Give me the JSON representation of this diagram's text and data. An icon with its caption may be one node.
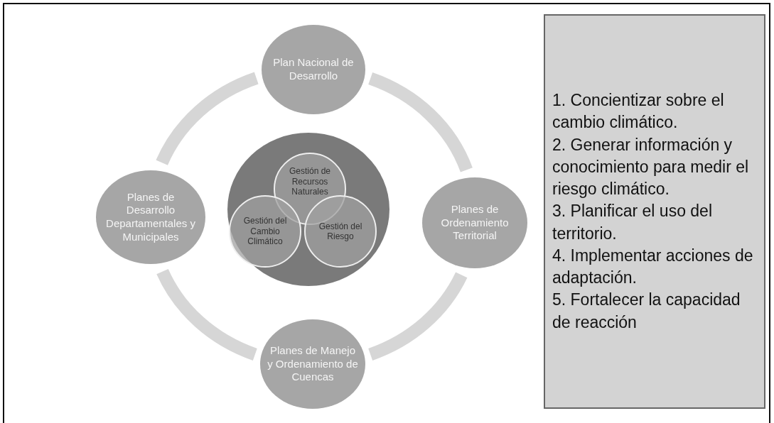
{
  "diagram": {
    "nodes": [
      {
        "text": [
          "Plan Nacional de Desarrollo"
        ]
      },
      {
        "text": [
          "Planes de Desarrollo Departamentales y Municipales"
        ]
      },
      {
        "text": [],
        "shape": "circle"
      },
      {
        "text": [
          "Gestión de Recursos Naturales"
        ],
        "in": 2
      },
      {
        "text": [
          "Gestión del Cambio Climático"
        ],
        "in": 2
      },
      {
        "text": [
          "Gestión del Riesgo"
        ],
        "in": 2
      },
      {
        "text": [
          "Planes de Ordenamiento Territorial"
        ]
      },
      {
        "text": [
          "Planes de Manejo y Ordenamiento de Cuencas"
        ]
      },
      {
        "text": [
          "1. Concientizar sobre el cambio climático.",
          "2. Generar información y conocimiento para medir el riesgo climático.",
          "3. Planificar el uso del territorio.",
          "4. Implementar acciones de adaptación.",
          "5. Fortalecer la capacidad de reacción"
        ]
      }
    ],
    "edges": [
      {
        "from": 0,
        "to": 6,
        "arrow": "none"
      },
      {
        "from": 6,
        "to": 7,
        "arrow": "none"
      },
      {
        "from": 7,
        "to": 1,
        "arrow": "none"
      },
      {
        "from": 1,
        "to": 0,
        "arrow": "none"
      }
    ]
  }
}
